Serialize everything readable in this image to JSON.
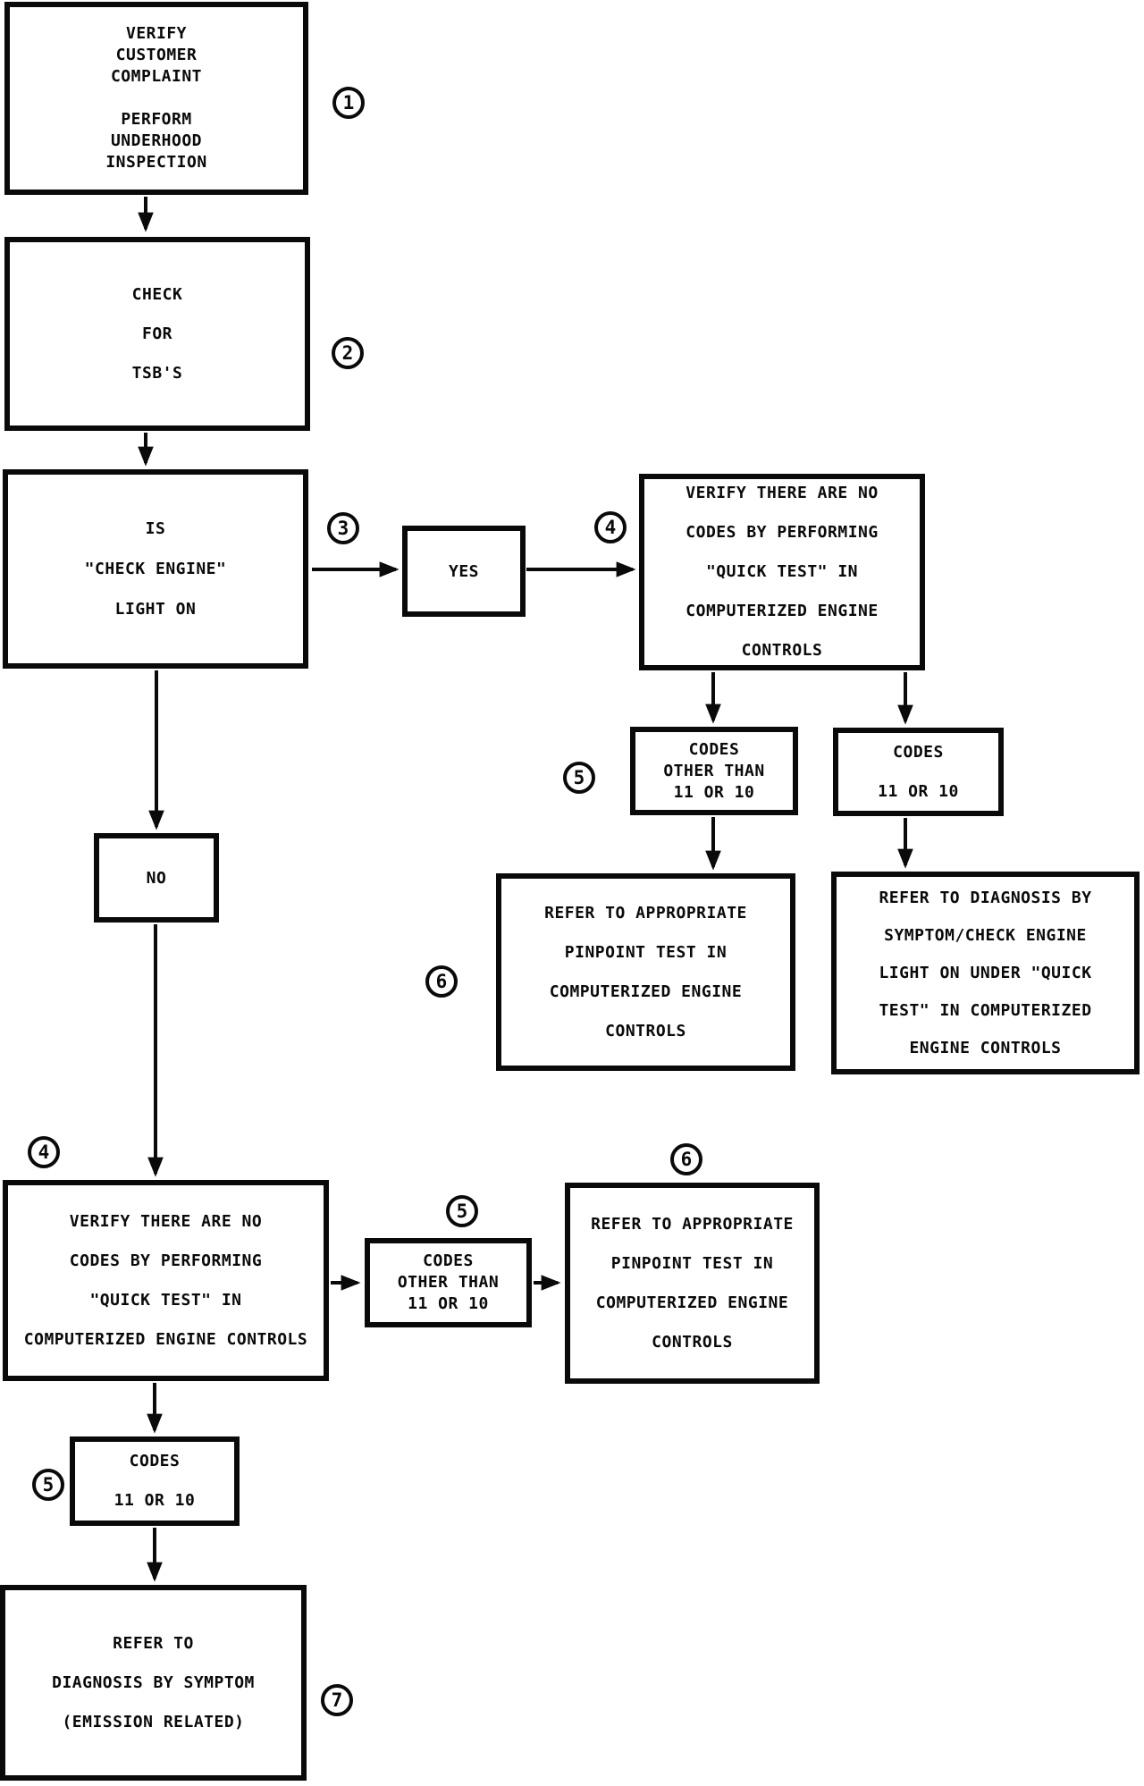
{
  "colors": {
    "ink": "#0a0a0a",
    "paper": "#ffffff"
  },
  "steps": {
    "s1": {
      "text": "VERIFY\nCUSTOMER\nCOMPLAINT\n\nPERFORM\nUNDERHOOD\nINSPECTION"
    },
    "s2": {
      "text": "CHECK\nFOR\nTSB'S"
    },
    "s3": {
      "text": "IS\n\"CHECK ENGINE\"\nLIGHT ON"
    },
    "yes": {
      "text": "YES"
    },
    "no": {
      "text": "NO"
    },
    "s4a": {
      "text": "VERIFY THERE ARE NO\nCODES BY PERFORMING\n\"QUICK TEST\" IN\nCOMPUTERIZED ENGINE CONTROLS"
    },
    "codes_other_a": {
      "text": "CODES\nOTHER THAN\n11 OR 10"
    },
    "codes_11_10_a": {
      "text": "CODES\n11 OR 10"
    },
    "pinpoint_a": {
      "text": "REFER TO APPROPRIATE\nPINPOINT TEST IN\nCOMPUTERIZED ENGINE\nCONTROLS"
    },
    "diag_symptom_a": {
      "text": "REFER TO DIAGNOSIS BY\nSYMPTOM/CHECK ENGINE\nLIGHT ON UNDER \"QUICK\nTEST\" IN COMPUTERIZED\nENGINE CONTROLS"
    },
    "s4b": {
      "text": "VERIFY THERE ARE NO\nCODES BY PERFORMING\n\"QUICK TEST\" IN\nCOMPUTERIZED ENGINE CONTROLS"
    },
    "codes_other_b": {
      "text": "CODES\nOTHER THAN\n11 OR 10"
    },
    "pinpoint_b": {
      "text": "REFER TO APPROPRIATE\nPINPOINT TEST IN\nCOMPUTERIZED ENGINE\nCONTROLS"
    },
    "codes_11_10_b": {
      "text": "CODES\n11 OR 10"
    },
    "diag_emission": {
      "text": "REFER TO\nDIAGNOSIS BY SYMPTOM\n(EMISSION RELATED)"
    }
  },
  "badges": {
    "b1": "1",
    "b2": "2",
    "b3": "3",
    "b4a": "4",
    "b5a": "5",
    "b6a": "6",
    "b4b": "4",
    "b5b": "5",
    "b6b": "6",
    "b5c": "5",
    "b7": "7"
  }
}
